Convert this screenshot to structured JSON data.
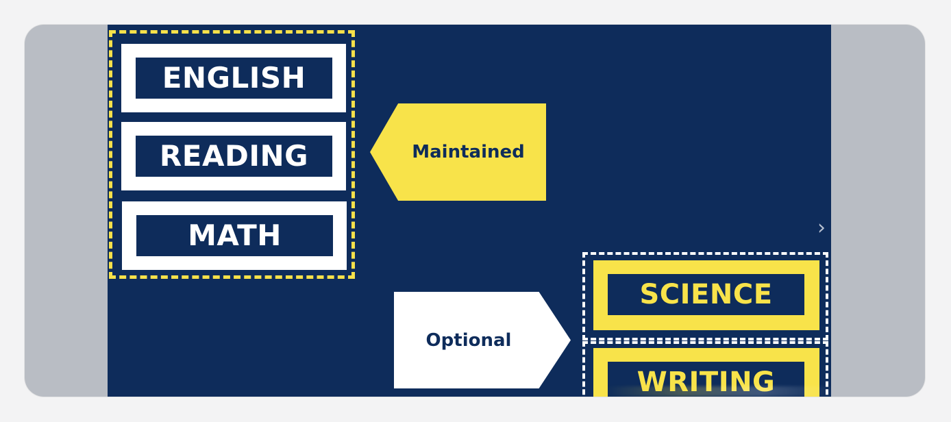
{
  "slide": {
    "colors": {
      "background": "#0e2c5b",
      "accent_yellow": "#f8e34a",
      "white": "#ffffff",
      "frame": "#b9bdc4"
    },
    "maintained_group": [
      {
        "label": "ENGLISH"
      },
      {
        "label": "READING"
      },
      {
        "label": "MATH"
      }
    ],
    "maintained_tag": "Maintained",
    "optional_tag": "Optional",
    "optional_group": [
      {
        "label": "SCIENCE"
      },
      {
        "label": "WRITING"
      }
    ],
    "navigation": {
      "next_icon": "chevron-right-icon"
    }
  }
}
